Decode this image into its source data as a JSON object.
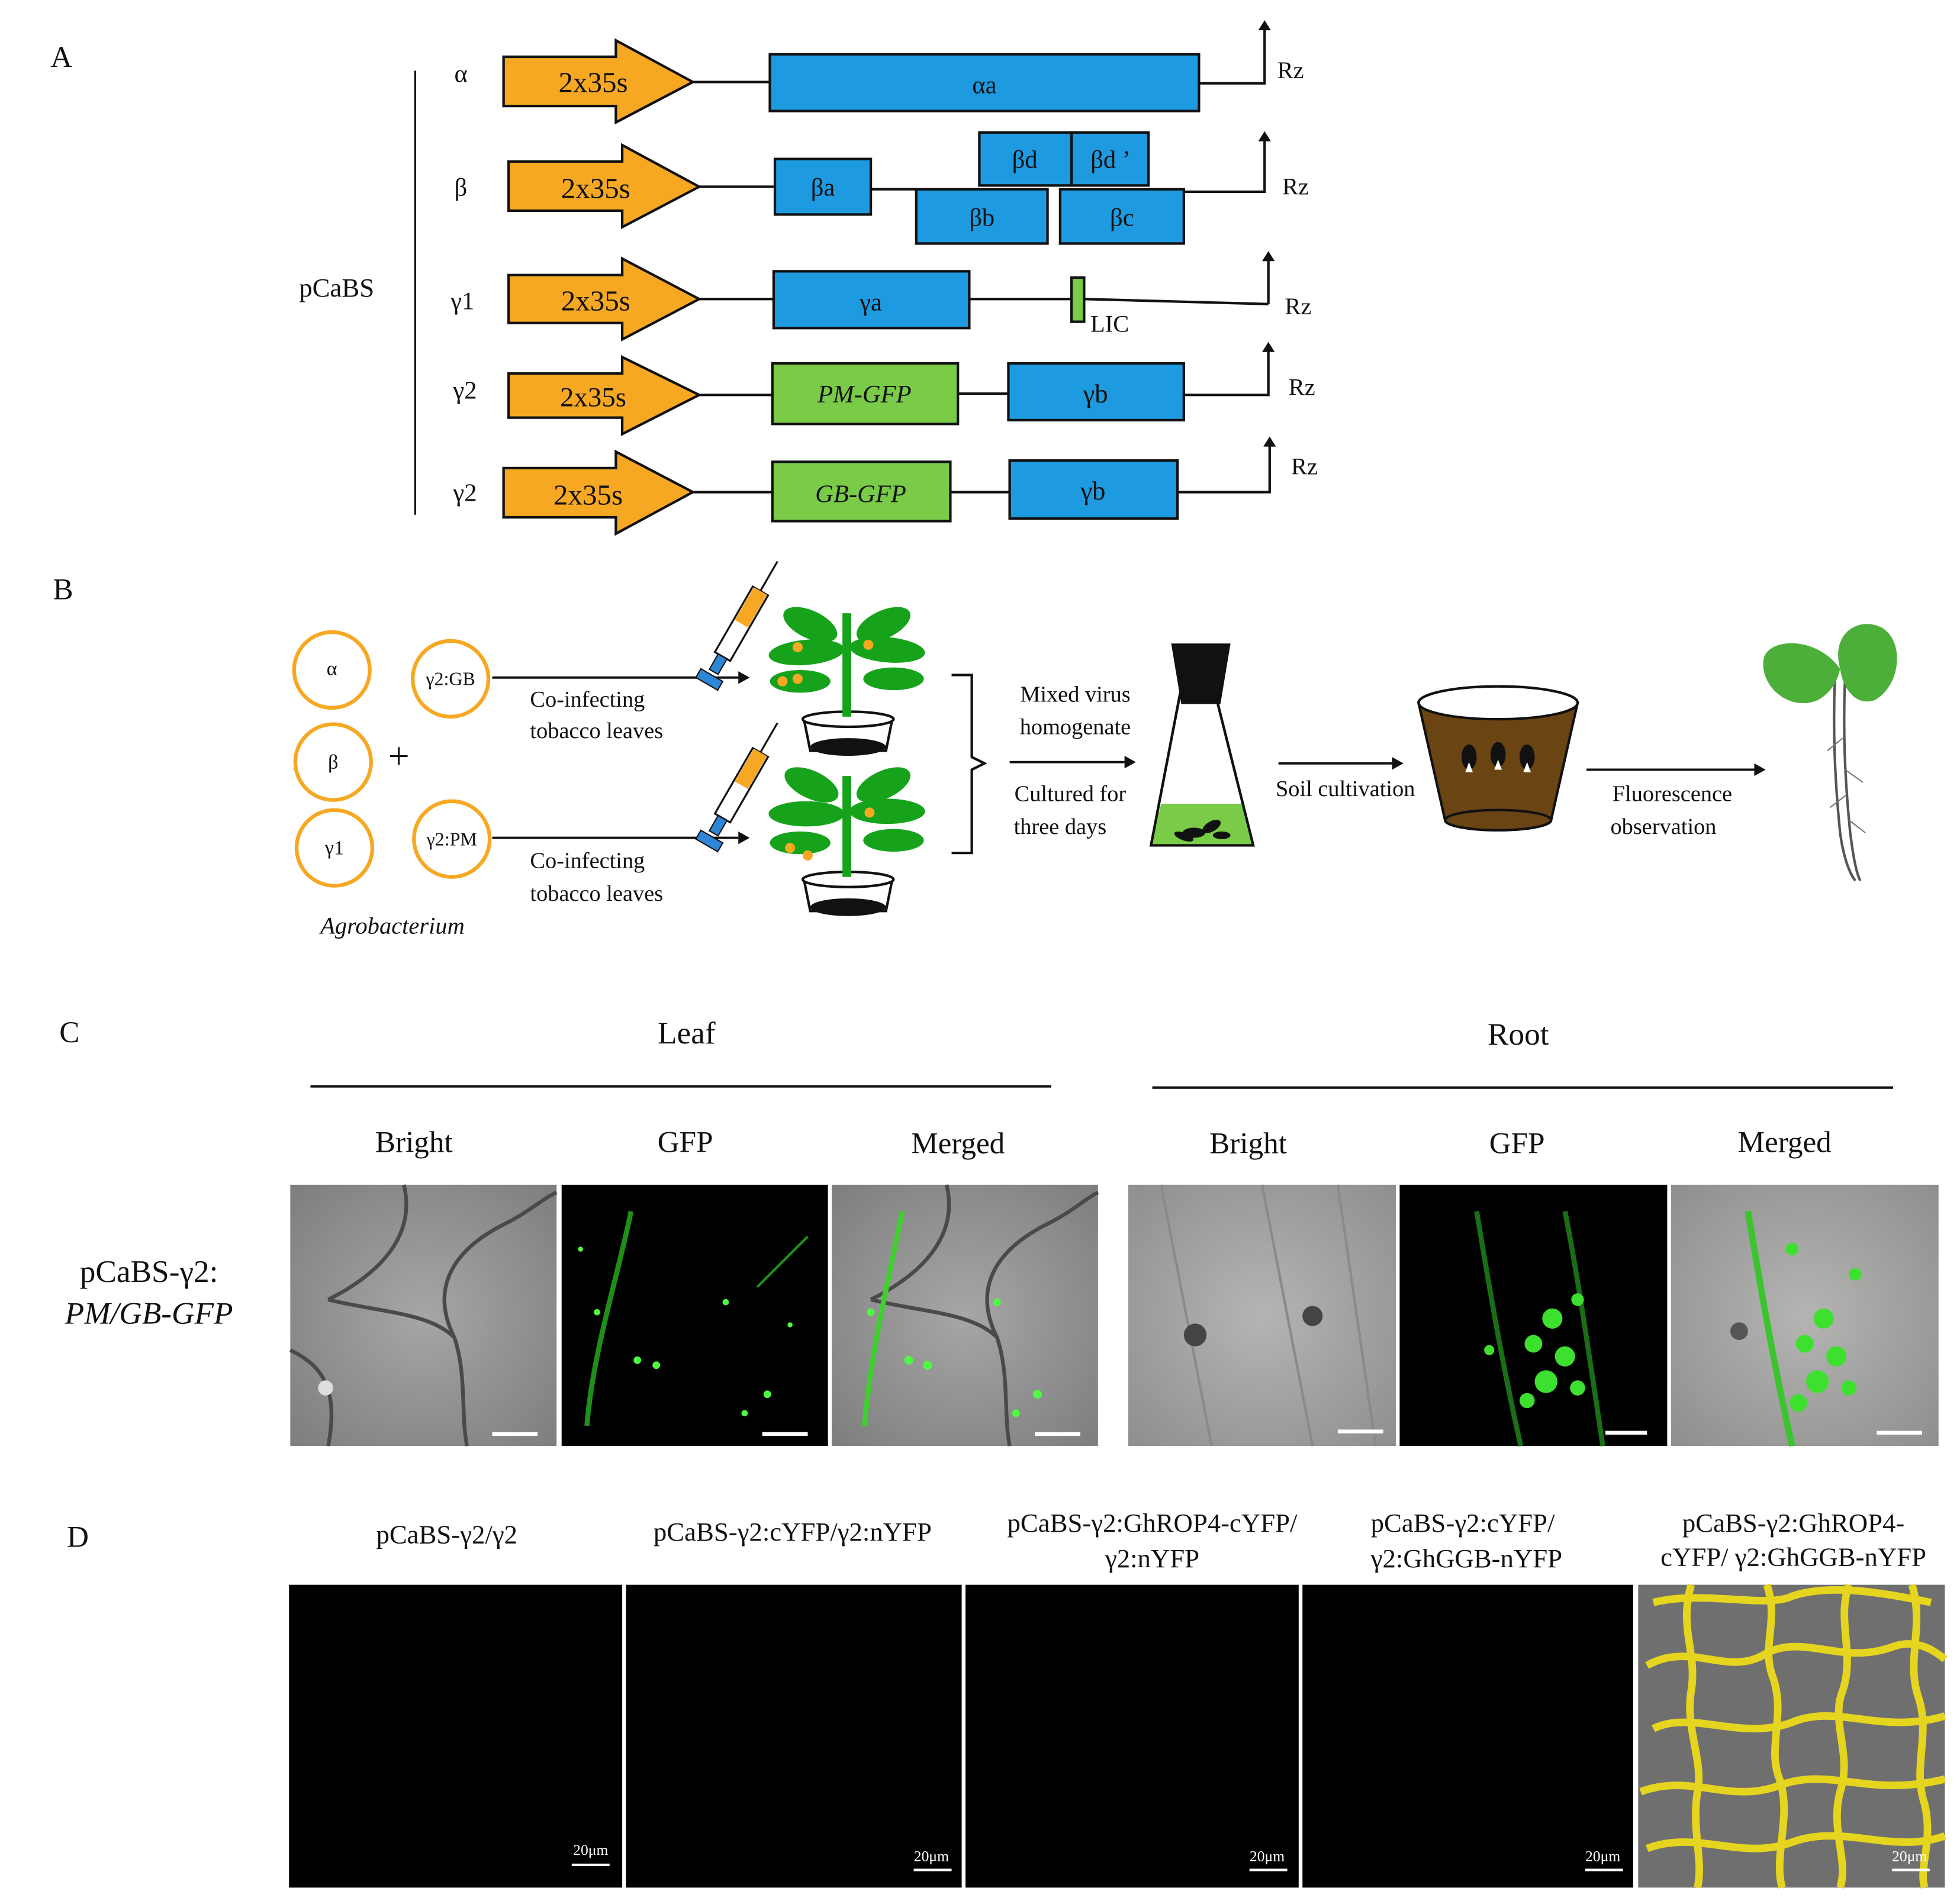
{
  "panels": {
    "a": "A",
    "b": "B",
    "c": "C",
    "d": "D"
  },
  "panelA": {
    "group_label": "pCaBS",
    "promoter": "2x35s",
    "terminator": "Rz",
    "rows": [
      {
        "name": "α",
        "genes": [
          "αa"
        ]
      },
      {
        "name": "β",
        "genes": [
          "βa",
          "βd",
          "βd ’",
          "βb",
          "βc"
        ]
      },
      {
        "name": "γ1",
        "genes": [
          "γa"
        ],
        "lic": "LIC"
      },
      {
        "name": "γ2",
        "genes": [
          "PM-GFP",
          "γb"
        ]
      },
      {
        "name": "γ2",
        "genes": [
          "GB-GFP",
          "γb"
        ]
      }
    ]
  },
  "panelB": {
    "plasmids": [
      "α",
      "β",
      "γ1",
      "γ2:GB",
      "γ2:PM"
    ],
    "plus": "+",
    "agro": "Agrobacterium",
    "coinfect": [
      "Co-infecting",
      "tobacco leaves"
    ],
    "mixed": [
      "Mixed virus",
      "homogenate"
    ],
    "cultured": [
      "Cultured for",
      "three days"
    ],
    "soil": "Soil cultivation",
    "fluor": [
      "Fluorescence",
      "observation"
    ]
  },
  "panelC": {
    "leaf": "Leaf",
    "root": "Root",
    "cols": [
      "Bright",
      "GFP",
      "Merged"
    ],
    "row_label_1": "pCaBS-γ2:",
    "row_label_2": "PM/GB-GFP"
  },
  "panelD": {
    "labels": [
      [
        "pCaBS-γ2/γ2"
      ],
      [
        "pCaBS-γ2:cYFP/γ2:nYFP"
      ],
      [
        "pCaBS-γ2:GhROP4-cYFP/",
        "γ2:nYFP"
      ],
      [
        "pCaBS-γ2:cYFP/",
        "γ2:GhGGB-nYFP"
      ],
      [
        "pCaBS-γ2:GhROP4-",
        "cYFP/ γ2:GhGGB-nYFP"
      ]
    ],
    "scale": "20μm"
  },
  "colors": {
    "promoter": "#F7A823",
    "gene": "#1E9AE0",
    "gfp": "#7ACB48",
    "pot": "#6B4414",
    "plant": "#16A31B",
    "yfp": "#F0E020"
  }
}
